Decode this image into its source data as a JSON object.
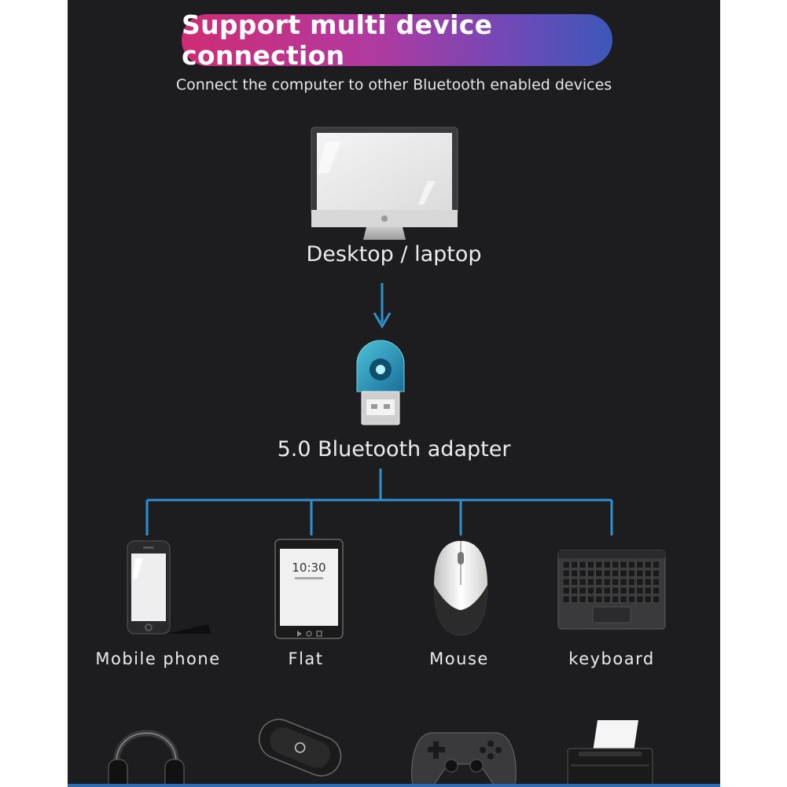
{
  "header": {
    "title": "Support multi device connection",
    "subtitle": "Connect the computer to other Bluetooth enabled devices"
  },
  "source_device": {
    "label": "Desktop / laptop",
    "icon": "desktop-monitor-icon"
  },
  "adapter": {
    "label": "5.0 Bluetooth adapter",
    "icon": "usb-bluetooth-adapter-icon"
  },
  "devices": [
    {
      "label": "Mobile phone",
      "icon": "mobile-phone-icon"
    },
    {
      "label": "Flat",
      "icon": "tablet-icon",
      "screen_time": "10:30"
    },
    {
      "label": "Mouse",
      "icon": "mouse-icon"
    },
    {
      "label": "keyboard",
      "icon": "keyboard-icon"
    }
  ],
  "more_devices": [
    {
      "icon": "headphones-icon"
    },
    {
      "icon": "speaker-icon"
    },
    {
      "icon": "gamepad-icon"
    },
    {
      "icon": "printer-icon"
    }
  ],
  "colors": {
    "background": "#1d1d20",
    "connector": "#2f8fd0",
    "pill_start": "#cf2c74",
    "pill_end": "#3c58b8",
    "text": "#ececec"
  }
}
